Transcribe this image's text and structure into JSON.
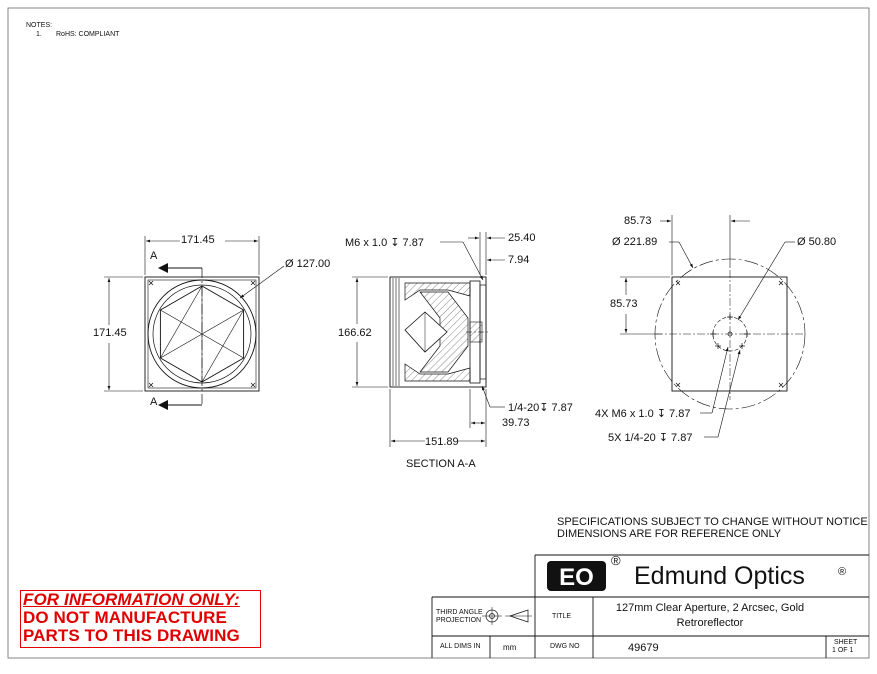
{
  "notes": {
    "heading": "NOTES:",
    "item_number": "1.",
    "item_text": "RoHS: COMPLIANT"
  },
  "front_view": {
    "width_dim": "171.45",
    "height_dim": "171.45",
    "aperture_dim": "Ø 127.00",
    "section_mark_top": "A",
    "section_mark_bottom": "A"
  },
  "section_view": {
    "label": "SECTION A-A",
    "thread_note": "M6 x 1.0 ↧ 7.87",
    "dim_top_right_1": "25.40",
    "dim_top_right_2": "7.94",
    "height_dim": "166.62",
    "bottom_thread_note": "1/4-20↧ 7.87",
    "depth_dim": "39.73",
    "length_dim": "151.89"
  },
  "rear_view": {
    "dim_top_offset": "85.73",
    "bolt_circle_dim": "Ø 221.89",
    "small_circle_dim": "Ø 50.80",
    "dim_left_offset": "85.73",
    "holes_note_1": "4X M6 x 1.0 ↧ 7.87",
    "holes_note_2": "5X 1/4-20 ↧ 7.87"
  },
  "disclaimer": {
    "line1": "SPECIFICATIONS SUBJECT TO CHANGE WITHOUT NOTICE",
    "line2": "DIMENSIONS ARE FOR REFERENCE ONLY"
  },
  "warning": {
    "line1": "FOR INFORMATION ONLY:",
    "line2": "DO NOT MANUFACTURE",
    "line3": "PARTS TO THIS DRAWING"
  },
  "title_block": {
    "logo_text": "EO",
    "registered_mark": "®",
    "company": "Edmund Optics",
    "company_mark": "®",
    "projection_label_1": "THIRD ANGLE",
    "projection_label_2": "PROJECTION",
    "title_label": "TITLE",
    "title_line1": "127mm Clear Aperture, 2 Arcsec, Gold",
    "title_line2": "Retroreflector",
    "units_label": "ALL DIMS IN",
    "units_value": "mm",
    "dwg_label": "DWG NO",
    "dwg_number": "49679",
    "sheet_label": "SHEET",
    "sheet_value": "1 OF 1"
  },
  "colors": {
    "line": "#111111",
    "warning_red": "#e00000",
    "logo_fill": "#111111"
  }
}
